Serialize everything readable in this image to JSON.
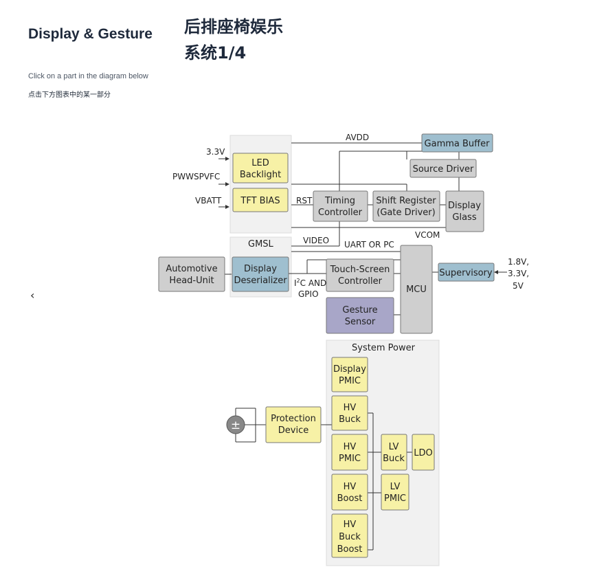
{
  "title_en": "Display & Gesture",
  "title_zh_line1": "后排座椅娱乐",
  "title_zh_line2": "系统1/4",
  "hint_en": "Click on a part in the diagram below",
  "hint_zh": "点击下方图表中的某一部分",
  "back_icon": "‹",
  "colors": {
    "yellow": "#f7f1a6",
    "gray": "#cfcfcf",
    "blue": "#9fbfcf",
    "purple": "#a8a6c8",
    "panel": "#f1f1f1",
    "line": "#333333"
  },
  "diagram": {
    "inputs": {
      "v33": "3.3V",
      "pwm": "PWWSPVFC",
      "vbatt": "VBATT"
    },
    "signals": {
      "avdd": "AVDD",
      "rst": "RST",
      "video": "VIDEO",
      "uart": "UART OR PC",
      "vcom": "VCOM",
      "i2c_main": "I",
      "i2c_sup": "2",
      "i2c_tail": "C AND",
      "gpio": "GPIO"
    },
    "gmsl_label": "GMSL",
    "led_backlight": [
      "LED",
      "Backlight"
    ],
    "tft_bias": "TFT BIAS",
    "timing_controller": [
      "Timing",
      "Controller"
    ],
    "shift_register": [
      "Shift Register",
      "(Gate Driver)"
    ],
    "display_glass": [
      "Display",
      "Glass"
    ],
    "gamma_buffer": "Gamma Buffer",
    "source_driver": "Source Driver",
    "automotive_head_unit": [
      "Automotive",
      "Head-Unit"
    ],
    "display_deserializer": [
      "Display",
      "Deserializer"
    ],
    "touch_controller": [
      "Touch-Screen",
      "Controller"
    ],
    "mcu": "MCU",
    "gesture_sensor": [
      "Gesture",
      "Sensor"
    ],
    "supervisory": "Supervisory",
    "supervisory_inputs": [
      "1.8V,",
      "3.3V,",
      "5V"
    ],
    "system_power_label": "System Power",
    "display_pmic": [
      "Display",
      "PMIC"
    ],
    "hv_buck": [
      "HV",
      "Buck"
    ],
    "hv_pmic": [
      "HV",
      "PMIC"
    ],
    "hv_boost": [
      "HV",
      "Boost"
    ],
    "hv_buck_boost": [
      "HV",
      "Buck",
      "Boost"
    ],
    "lv_buck": [
      "LV",
      "Buck"
    ],
    "ldo": "LDO",
    "lv_pmic": [
      "LV",
      "PMIC"
    ],
    "protection_device": [
      "Protection",
      "Device"
    ],
    "battery_symbol": "±"
  }
}
